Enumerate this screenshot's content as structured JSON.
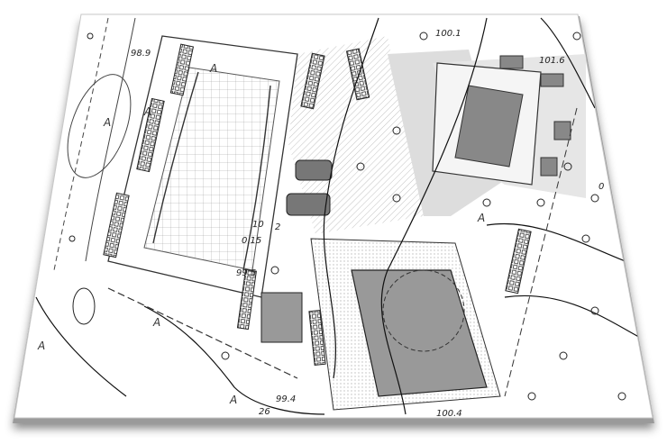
{
  "map": {
    "elevations": [
      "98.9",
      "100.1",
      "101.6",
      "99.5",
      "99.4",
      "100.4",
      "0.15",
      "10"
    ],
    "zone_letter": "A",
    "misc_labels": [
      "2",
      "26",
      "0"
    ]
  }
}
